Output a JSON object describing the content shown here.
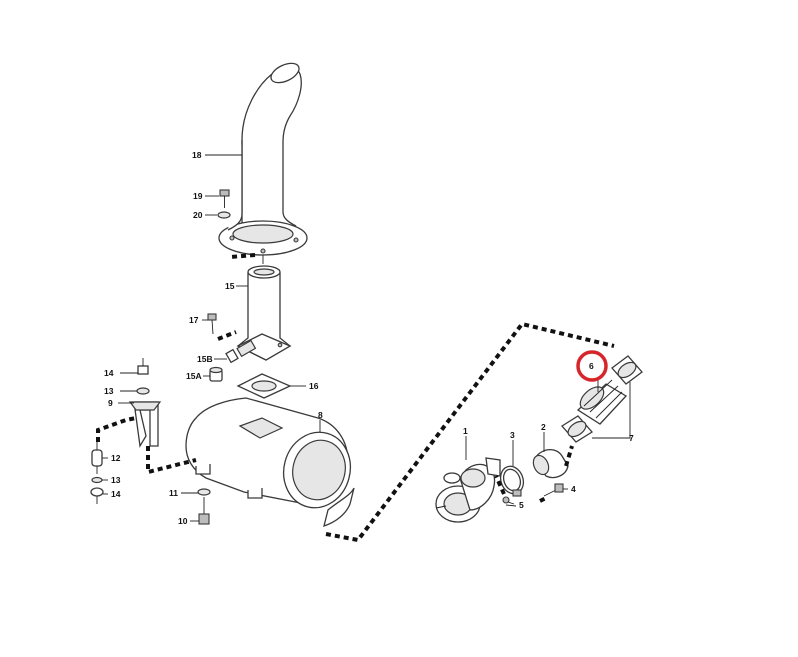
{
  "labels": {
    "p18": "18",
    "p19": "19",
    "p20": "20",
    "p15": "15",
    "p17": "17",
    "p15B": "15B",
    "p15A": "15A",
    "p16": "16",
    "p14a": "14",
    "p13a": "13",
    "p9": "9",
    "p8": "8",
    "p12": "12",
    "p13b": "13",
    "p14b": "14",
    "p11": "11",
    "p10": "10",
    "p1": "1",
    "p3": "3",
    "p2": "2",
    "p6": "6",
    "p7": "7",
    "p4": "4",
    "p5": "5"
  },
  "highlight": {
    "part": "6",
    "color": "#d7262b"
  }
}
